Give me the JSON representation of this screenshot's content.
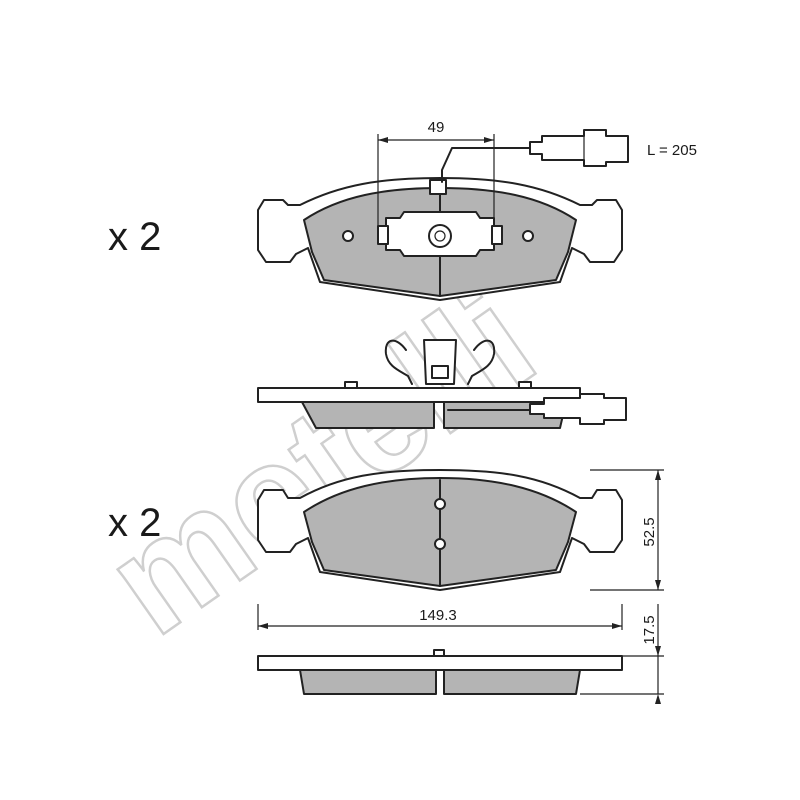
{
  "watermark": "metelli",
  "quantity_top": "x 2",
  "quantity_bottom": "x 2",
  "dimensions": {
    "sensor_width": "49",
    "cable_length": "L = 205",
    "height": "52.5",
    "width": "149.3",
    "thickness": "17.5"
  }
}
